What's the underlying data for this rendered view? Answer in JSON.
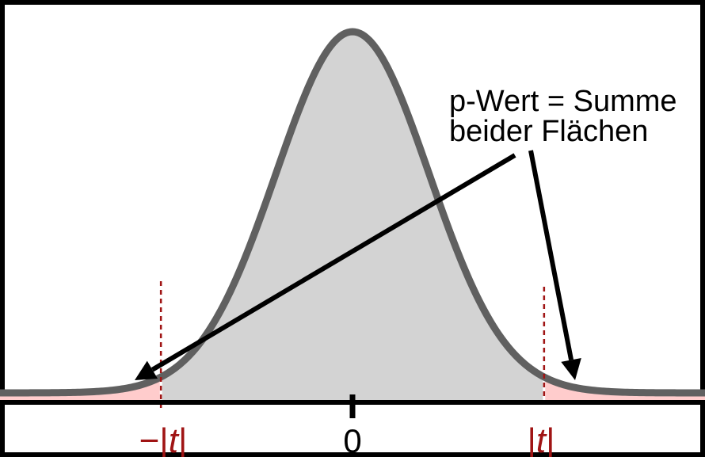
{
  "annotation": {
    "line1": "p-Wert = Summe",
    "line2": "beider Flächen"
  },
  "labels": {
    "neg_t_minus": "−|",
    "neg_t_var": "t",
    "neg_t_close": "|",
    "zero": "0",
    "pos_t_open": "|",
    "pos_t_var": "t",
    "pos_t_close": "|"
  },
  "colors": {
    "curve_fill": "#d3d3d3",
    "curve_stroke": "#606060",
    "tail_fill": "#ffcccc",
    "threshold": "#a01414",
    "label_red": "#a01414",
    "arrow": "#000000",
    "frame": "#000000"
  },
  "distribution": {
    "x_range": [
      -4.6,
      4.6
    ],
    "t_value": 2.5,
    "center": 0
  }
}
